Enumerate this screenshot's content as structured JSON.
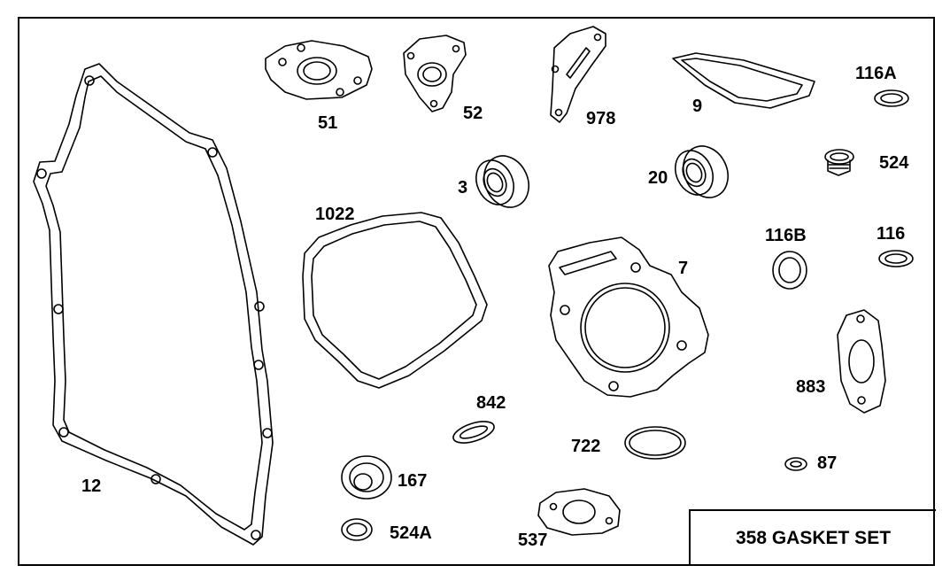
{
  "title": "358 GASKET SET",
  "parts": [
    {
      "id": "p12",
      "label": "12"
    },
    {
      "id": "p51",
      "label": "51"
    },
    {
      "id": "p52",
      "label": "52"
    },
    {
      "id": "p978",
      "label": "978"
    },
    {
      "id": "p9",
      "label": "9"
    },
    {
      "id": "p116A",
      "label": "116A"
    },
    {
      "id": "p3",
      "label": "3"
    },
    {
      "id": "p20",
      "label": "20"
    },
    {
      "id": "p524",
      "label": "524"
    },
    {
      "id": "p1022",
      "label": "1022"
    },
    {
      "id": "p116B",
      "label": "116B"
    },
    {
      "id": "p116",
      "label": "116"
    },
    {
      "id": "p7",
      "label": "7"
    },
    {
      "id": "p883",
      "label": "883"
    },
    {
      "id": "p842",
      "label": "842"
    },
    {
      "id": "p722",
      "label": "722"
    },
    {
      "id": "p87",
      "label": "87"
    },
    {
      "id": "p167",
      "label": "167"
    },
    {
      "id": "p524A",
      "label": "524A"
    },
    {
      "id": "p537",
      "label": "537"
    }
  ]
}
